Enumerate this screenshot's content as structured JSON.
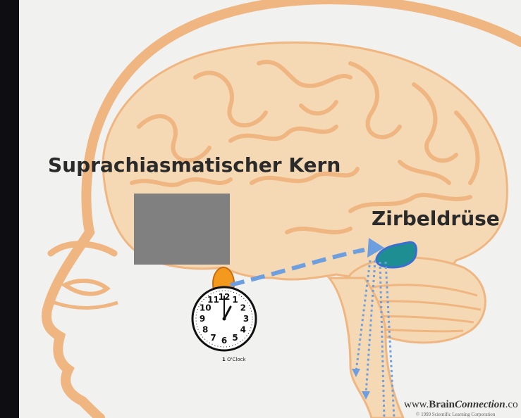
{
  "labels": {
    "scn": "Suprachiasmatischer Kern",
    "pineal": "Zirbeldrüse"
  },
  "clock": {
    "caption_num": "1",
    "caption_text": " O'Clock",
    "numerals": [
      "12",
      "1",
      "2",
      "3",
      "4",
      "5",
      "6",
      "7",
      "8",
      "9",
      "10",
      "11"
    ]
  },
  "watermark": {
    "prefix": "www.",
    "brand": "Brain",
    "brand2": "Connection",
    "suffix": ".co",
    "copyright": "© 1999 Scientific Learning Corporation"
  },
  "colors": {
    "brain_fill": "#f5d9b4",
    "brain_stroke": "#efb682",
    "scn_orange": "#f39a1e",
    "pineal_teal": "#1f8e93",
    "arrow_blue": "#6d9fe0",
    "occluder_gray": "#808080"
  }
}
